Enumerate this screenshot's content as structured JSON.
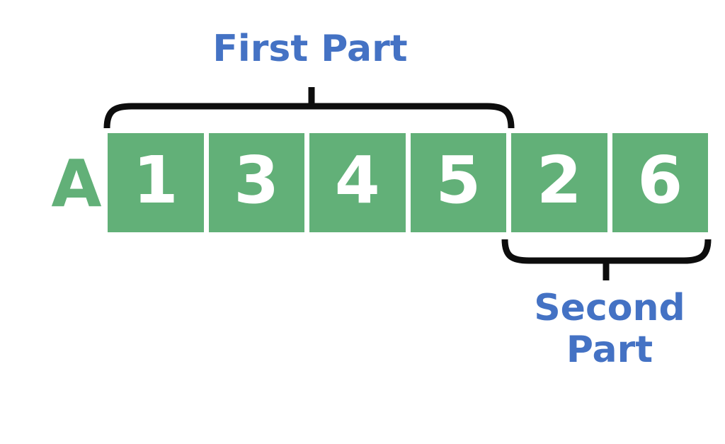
{
  "diagram": {
    "title_text_color": "#4472c4",
    "array_color": "#62b078",
    "value_color": "#ffffff",
    "brace_color": "#0d0d0d",
    "background": "#ffffff"
  },
  "array": {
    "name": "A",
    "cells": [
      {
        "index": 0,
        "value": "1",
        "group": "first"
      },
      {
        "index": 1,
        "value": "3",
        "group": "first"
      },
      {
        "index": 2,
        "value": "4",
        "group": "first"
      },
      {
        "index": 3,
        "value": "5",
        "group": "first"
      },
      {
        "index": 4,
        "value": "2",
        "group": "second"
      },
      {
        "index": 5,
        "value": "6",
        "group": "second"
      }
    ]
  },
  "annotations": {
    "first_part": {
      "label": "First Part",
      "covers_values": [
        "1",
        "3",
        "4",
        "5"
      ],
      "brace_position": "above"
    },
    "second_part": {
      "label": "Second\nPart",
      "covers_values": [
        "2",
        "6"
      ],
      "brace_position": "below"
    }
  }
}
